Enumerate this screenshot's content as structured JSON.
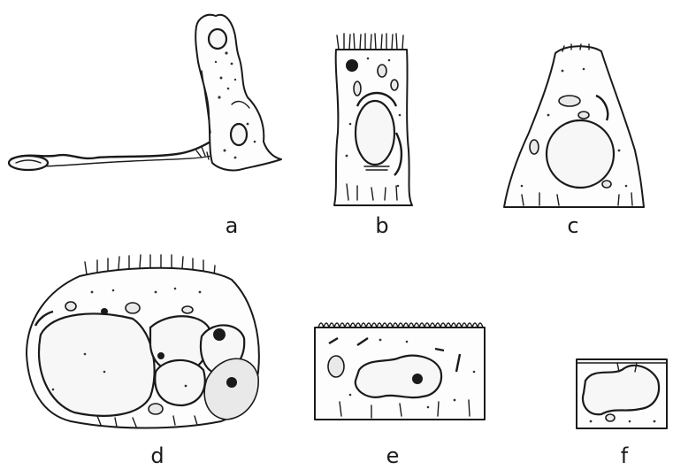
{
  "panels": [
    {
      "id": "a",
      "label": "a"
    },
    {
      "id": "b",
      "label": "b"
    },
    {
      "id": "c",
      "label": "c"
    },
    {
      "id": "d",
      "label": "d"
    },
    {
      "id": "e",
      "label": "e"
    },
    {
      "id": "f",
      "label": "f"
    }
  ],
  "colors": {
    "ink": "#1a1a1a",
    "paper": "#ffffff"
  }
}
